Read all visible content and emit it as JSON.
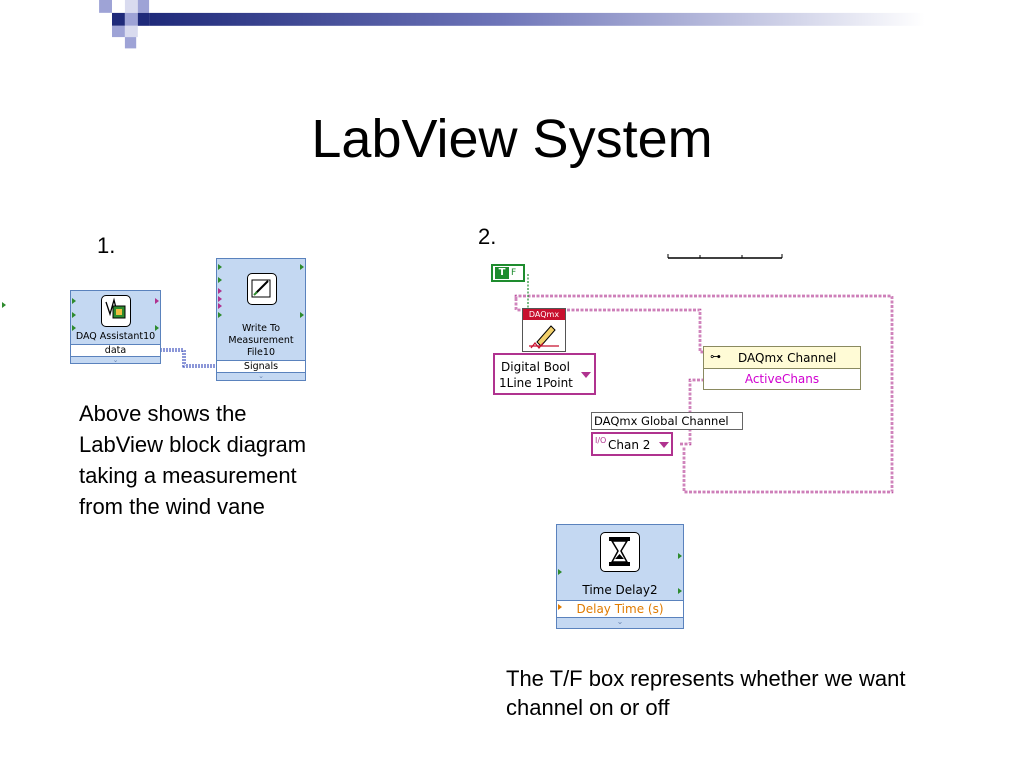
{
  "slide": {
    "title": "LabView System"
  },
  "section1": {
    "number": "1.",
    "description_lines": [
      "Above shows the",
      "LabView block diagram",
      "taking a measurement",
      "from the wind vane"
    ],
    "daq_assistant": {
      "name": "DAQ Assistant10",
      "terminal": "data"
    },
    "write_file": {
      "name_lines": [
        "Write To",
        "Measurement",
        "File10"
      ],
      "terminal": "Signals"
    }
  },
  "section2": {
    "number": "2.",
    "bool_const": {
      "value": "T",
      "tf": "F"
    },
    "daqmx_icon": {
      "label": "DAQmx"
    },
    "digital_ring": {
      "lines": [
        "Digital Bool",
        "1Line 1Point"
      ]
    },
    "property_node": {
      "header": "DAQmx Channel",
      "property": "ActiveChans"
    },
    "global_channel": {
      "label": "DAQmx Global Channel",
      "value": "Chan 2"
    },
    "time_delay": {
      "name": "Time Delay2",
      "terminal": "Delay Time (s)"
    },
    "note_lines": [
      "The T/F box represents whether we want",
      "channel on or off"
    ]
  },
  "colors": {
    "header_navy": "#1f2a7a",
    "header_lavender": "#9ea3d6",
    "vi_blue": "#c4d8f2",
    "wire_magenta": "#b0328f",
    "wire_blue": "#1a2fb0",
    "bool_green": "#1e8c2e",
    "property_pink": "#d000d0",
    "terminal_orange": "#e07b00"
  }
}
